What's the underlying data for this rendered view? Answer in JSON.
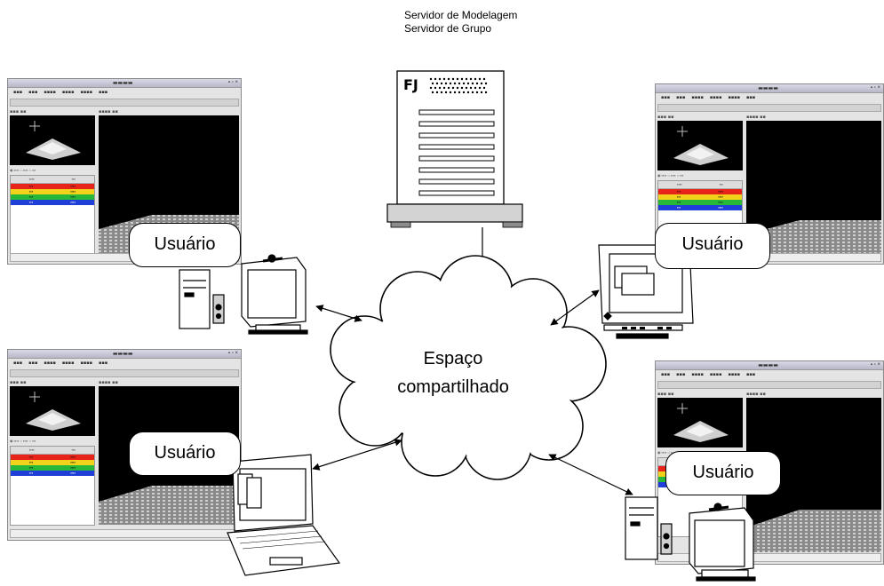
{
  "server": {
    "caption_line1": "Servidor de Modelagem",
    "caption_line2": "Servidor de Grupo",
    "logo": "FJ",
    "icon": "server-tower-icon"
  },
  "cloud": {
    "line1": "Espaço",
    "line2": "compartilhado",
    "icon": "cloud-icon"
  },
  "users": [
    {
      "id": "top-left",
      "label": "Usuário",
      "device": "desktop-pc-icon"
    },
    {
      "id": "top-right",
      "label": "Usuário",
      "device": "crt-monitor-icon"
    },
    {
      "id": "bottom-left",
      "label": "Usuário",
      "device": "laptop-icon"
    },
    {
      "id": "bottom-right",
      "label": "Usuário",
      "device": "desktop-pc-icon"
    }
  ],
  "colors": {
    "list_row_red": "#e8231a",
    "list_row_yellow": "#f2d21b",
    "list_row_green": "#27b83a",
    "list_row_blue": "#1f3fd8",
    "viewport_bg": "#000000"
  }
}
